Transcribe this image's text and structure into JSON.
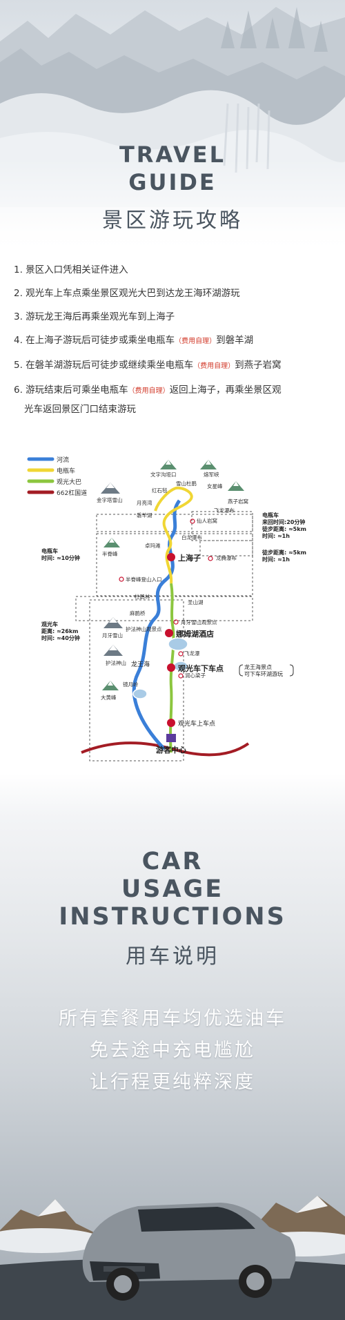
{
  "guide": {
    "title_line1": "TRAVEL",
    "title_line2": "GUIDE",
    "subtitle": "景区游玩攻略"
  },
  "steps": [
    "1. 景区入口凭相关证件进入",
    "2. 观光车上车点乘坐景区观光大巴到达龙王海环湖游玩",
    "3. 游玩龙王海后再乘坐观光车到上海子",
    {
      "pre": "4. 在上海子游玩后可徒步或乘坐电瓶车",
      "fee": "（费用自理）",
      "post": "到磐羊湖"
    },
    {
      "pre": "5. 在磐羊湖游玩后可徒步或继续乘坐电瓶车",
      "fee": "（费用自理）",
      "post": "到燕子岩窝"
    },
    {
      "pre": "6. 游玩结束后可乘坐电瓶车",
      "fee": "（费用自理）",
      "post": "返回上海子，再乘坐景区观",
      "line2": "光车返回景区门口结束游玩"
    }
  ],
  "map": {
    "legend": [
      "河流",
      "电瓶车",
      "观光大巴",
      "662杠国道"
    ],
    "colors": {
      "river": "#3a7fd8",
      "ebike": "#f0d634",
      "bus": "#8cc63f",
      "road": "#a31c24",
      "marker": "#c8102e"
    },
    "places": {
      "wenzi": "文字沟垭口",
      "xijun": "熔军峡",
      "hongshi": "红石毯",
      "xueshan": "雪山杜鹃",
      "nvershen": "女星峰",
      "jinzita": "金字塔雪山",
      "yueliang": "月亮湾",
      "yanzi": "燕子岩窝",
      "panyanghu": "磐羊湖",
      "feilong": "飞龙瀑布",
      "xianren": "仙人岩窝",
      "banyang": "半脊峰",
      "zhuoma": "卓玛滩",
      "baifei": "白龙瀑布",
      "shanghaizi": "上海子",
      "longteng": "龙腾瀑布",
      "banyangdk": "半脊峰登山入口",
      "dujuan": "杜鹃林",
      "shengshan": "圣山湖",
      "malu": "麻鹃桥",
      "yueyaxs": "月牙雪山",
      "yueyagj": "月牙雪山观景点",
      "hufa": "护法神山观景点",
      "hufas": "护法神山",
      "nahu": "娜姆湖酒店",
      "feilong2": "飞龙瀑",
      "longwanghai": "龙王海",
      "xiache": "观光车下车点",
      "runxin": "润心梁子",
      "dahuang": "大黄峰",
      "jingyue": "镜月岭",
      "shangche": "观光车上车点",
      "youke": "游客中心"
    },
    "notes": {
      "ebike_title": "电瓶车",
      "ebike_round": "来回时间:20分钟",
      "ebike_walk": "徒步距离: ≈5km",
      "ebike_time": "时间: ≈1h",
      "walk_dist": "徒步距离: ≈5km",
      "walk_time": "时间: ≈1h",
      "left_title": "电瓶车",
      "left_time": "时间: ≈10分钟",
      "bus_title": "观光车",
      "bus_dist": "距离: ≈26km",
      "bus_time": "时间: ≈40分钟",
      "lwh_note1": "龙王海景点",
      "lwh_note2": "可下车环湖游玩"
    }
  },
  "car": {
    "title_line1": "CAR",
    "title_line2": "USAGE",
    "title_line3": "INSTRUCTIONS",
    "subtitle": "用车说明",
    "slogan1": "所有套餐用车均优选油车",
    "slogan2": "免去途中充电尴尬",
    "slogan3": "让行程更纯粹深度"
  }
}
